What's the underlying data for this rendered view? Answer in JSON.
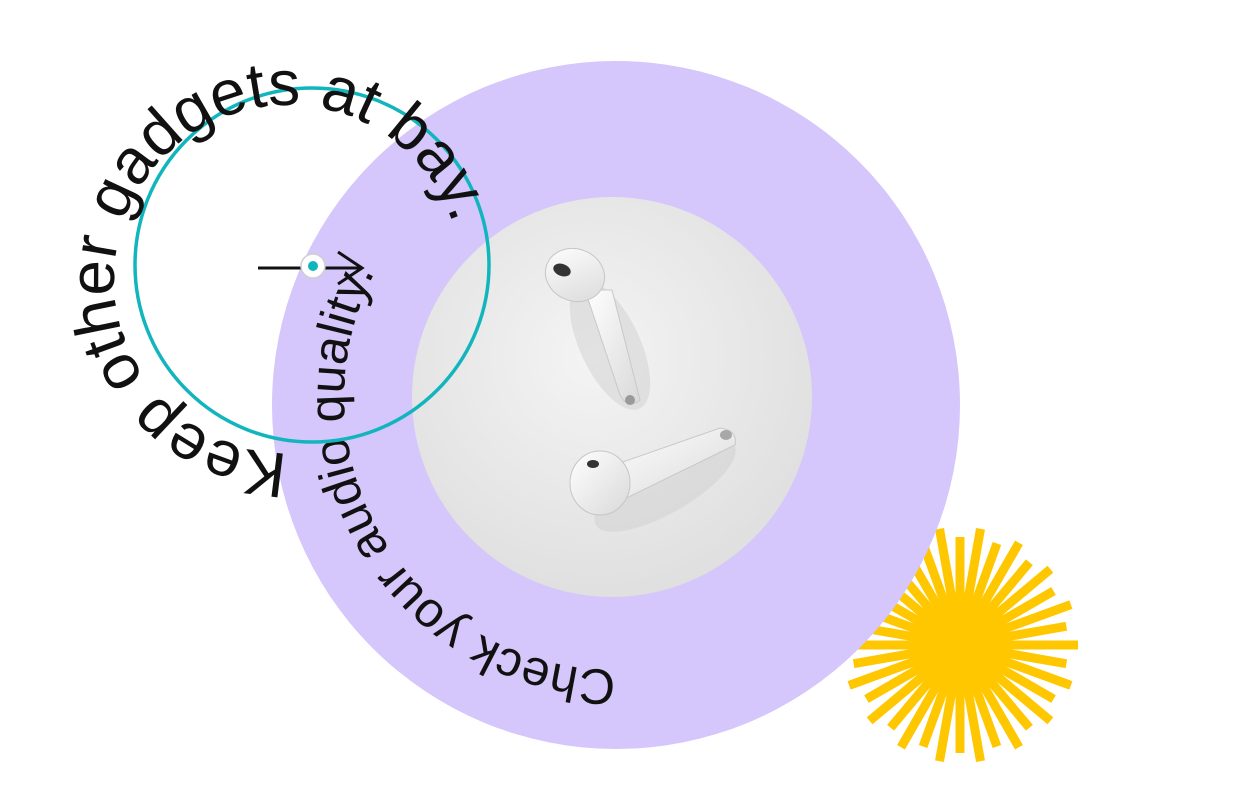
{
  "texts": {
    "outer_ring": "Check your audio quality.",
    "inner_ring": "Keep other gadgets at bay."
  },
  "colors": {
    "background": "#ffffff",
    "lavender_disc": "#d5c6fb",
    "photo_backdrop": "#e9e9e9",
    "teal_ring": "#12b5bd",
    "sunburst": "#ffc700",
    "text": "#111111"
  },
  "icons": {
    "arrow": "right-arrow-icon",
    "handle": "circle-handle-icon",
    "sun": "sunburst-icon",
    "earbuds": "earbuds-photo"
  }
}
